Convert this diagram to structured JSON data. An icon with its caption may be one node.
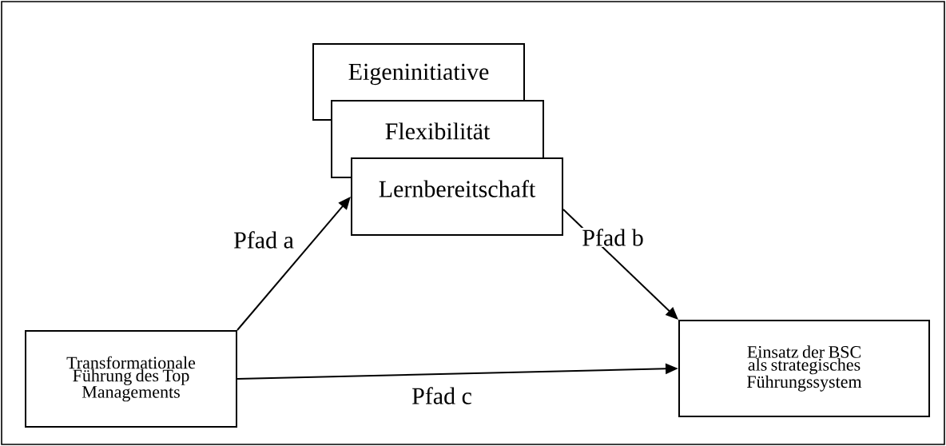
{
  "diagram": {
    "nodes": [
      {
        "text": [
          "Eigeninitiative"
        ]
      },
      {
        "text": [
          "Flexibilität"
        ]
      },
      {
        "text": [
          "Lernbereitschaft"
        ]
      },
      {
        "text": [
          "Transformationale Führung des Top Managements"
        ]
      },
      {
        "text": [
          "Einsatz der BSC als strategisches Führungssystem"
        ]
      }
    ],
    "edges": [
      {
        "from": 3,
        "to": 2,
        "arrow": "to",
        "label": "Pfad a"
      },
      {
        "from": 2,
        "to": 4,
        "arrow": "to",
        "label": "Pfad b"
      },
      {
        "from": 3,
        "to": 4,
        "arrow": "to",
        "label": "Pfad c"
      }
    ]
  }
}
